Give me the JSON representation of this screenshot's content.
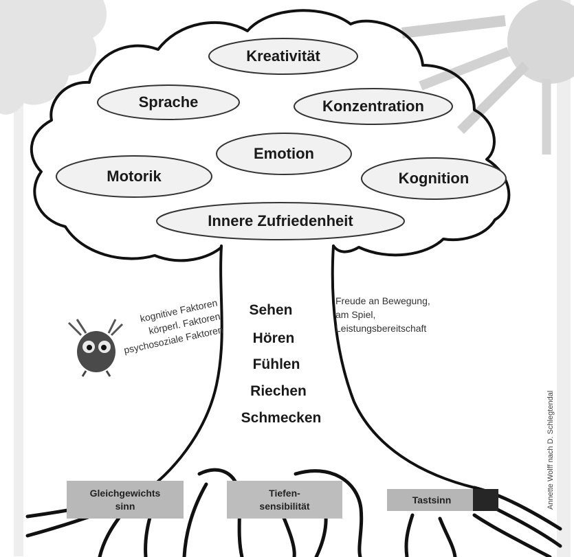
{
  "crown": {
    "bubbles": [
      {
        "label": "Kreativität"
      },
      {
        "label": "Sprache"
      },
      {
        "label": "Konzentration"
      },
      {
        "label": "Emotion"
      },
      {
        "label": "Motorik"
      },
      {
        "label": "Kognition"
      },
      {
        "label": "Innere Zufriedenheit"
      }
    ]
  },
  "trunk": {
    "senses": [
      "Sehen",
      "Hören",
      "Fühlen",
      "Riechen",
      "Schmecken"
    ],
    "right_note": [
      "Freude an Bewegung,",
      "am Spiel,",
      "Leistungsbereitschaft"
    ],
    "left_note": [
      "kognitive Faktoren",
      "körperl. Faktoren",
      "psychosoziale Faktoren"
    ]
  },
  "roots": {
    "boxes": [
      {
        "lines": [
          "Gleichgewichts",
          "sinn"
        ]
      },
      {
        "lines": [
          "Tiefen-",
          "sensibilität"
        ]
      },
      {
        "lines": [
          "Tastsinn"
        ]
      }
    ]
  },
  "credit": "Annette Wolff nach D. Schlegtendal",
  "colors": {
    "bubble_fill": "#f1f1f1",
    "root_box_fill": "#b9b9b9",
    "sun": "#d6d6d6",
    "cloud": "#e3e3e3",
    "owl": "#4a4a4a"
  }
}
